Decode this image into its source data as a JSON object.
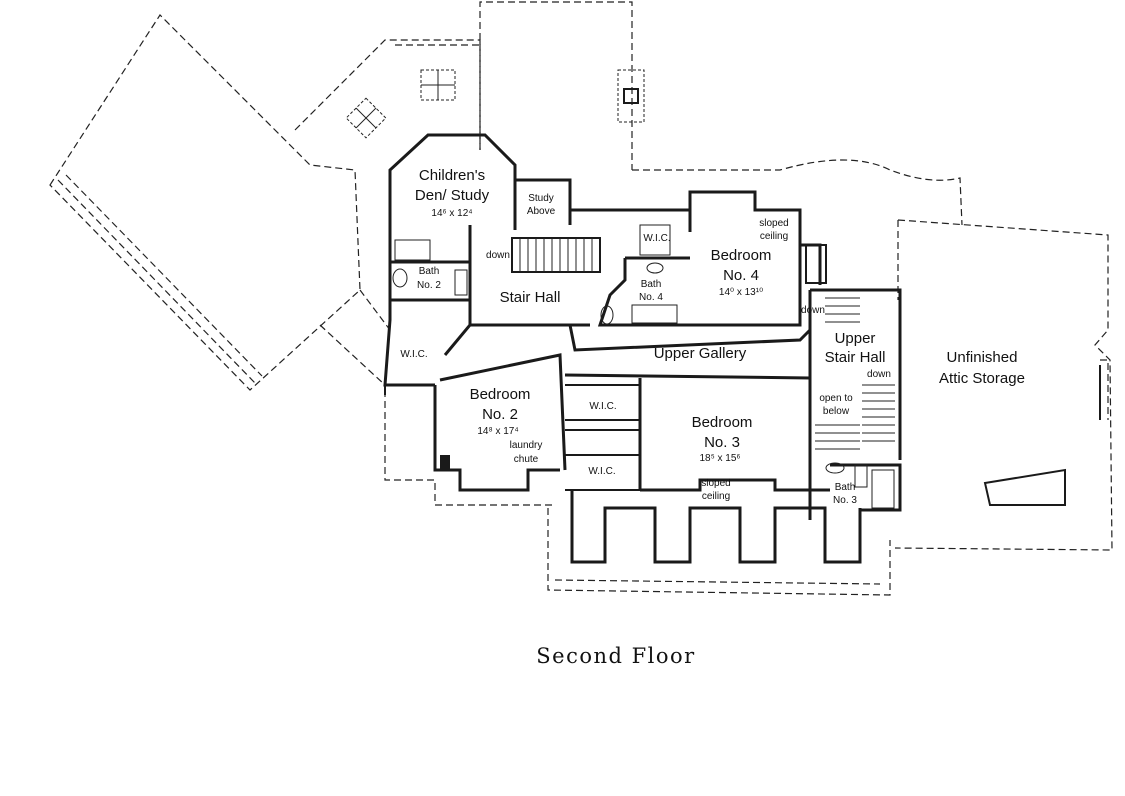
{
  "title": "Second Floor",
  "rooms": {
    "childrens_den": {
      "name_line1": "Children's",
      "name_line2": "Den/ Study",
      "dims": "14⁶ x 12⁴"
    },
    "study_above": {
      "line1": "Study",
      "line2": "Above"
    },
    "bath2": {
      "line1": "Bath",
      "line2": "No. 2"
    },
    "stair_hall": {
      "name": "Stair Hall",
      "down": "down"
    },
    "bedroom4": {
      "line1": "Bedroom",
      "line2": "No. 4",
      "dims": "14⁰ x 13¹⁰",
      "sloped1": "sloped",
      "sloped2": "ceiling",
      "wic": "W.I.C."
    },
    "bath4": {
      "line1": "Bath",
      "line2": "No. 4"
    },
    "upper_gallery": {
      "name": "Upper Gallery"
    },
    "upper_stair_hall": {
      "line1": "Upper",
      "line2": "Stair Hall",
      "down1": "down",
      "down2": "down",
      "open1": "open to",
      "open2": "below"
    },
    "bedroom2": {
      "line1": "Bedroom",
      "line2": "No. 2",
      "dims": "14⁸ x 17⁴",
      "wic": "W.I.C.",
      "laundry1": "laundry",
      "laundry2": "chute"
    },
    "bedroom3": {
      "line1": "Bedroom",
      "line2": "No. 3",
      "dims": "18⁵ x 15⁶",
      "wic1": "W.I.C.",
      "wic2": "W.I.C.",
      "sloped1": "sloped",
      "sloped2": "ceiling"
    },
    "bath3": {
      "line1": "Bath",
      "line2": "No. 3"
    },
    "attic": {
      "line1": "Unfinished",
      "line2": "Attic Storage"
    }
  }
}
